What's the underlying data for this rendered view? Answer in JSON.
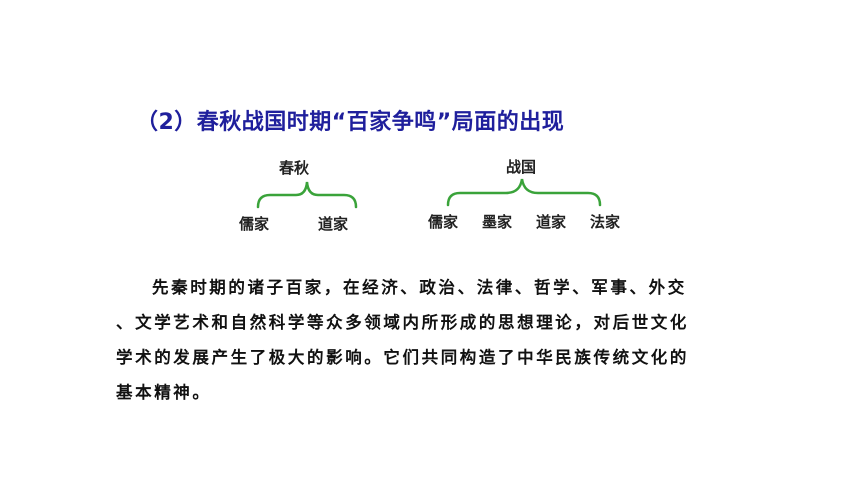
{
  "title": "（2）春秋战国时期“百家争鸣”局面的出现",
  "diagram": {
    "left_group": {
      "label": "春秋",
      "items": [
        "儒家",
        "道家"
      ]
    },
    "right_group": {
      "label": "战国",
      "items": [
        "儒家",
        "墨家",
        "道家",
        "法家"
      ]
    },
    "brace_color": "#3aa33a"
  },
  "paragraph": {
    "lines": [
      "先秦时期的诸子百家，在经济、政治、法律、哲学、军事、外交",
      "、文学艺术和自然科学等众多领域内所形成的思想理论，对后世文化",
      "学术的发展产生了极大的影响。它们共同构造了中华民族传统文化的",
      "基本精神。"
    ]
  }
}
